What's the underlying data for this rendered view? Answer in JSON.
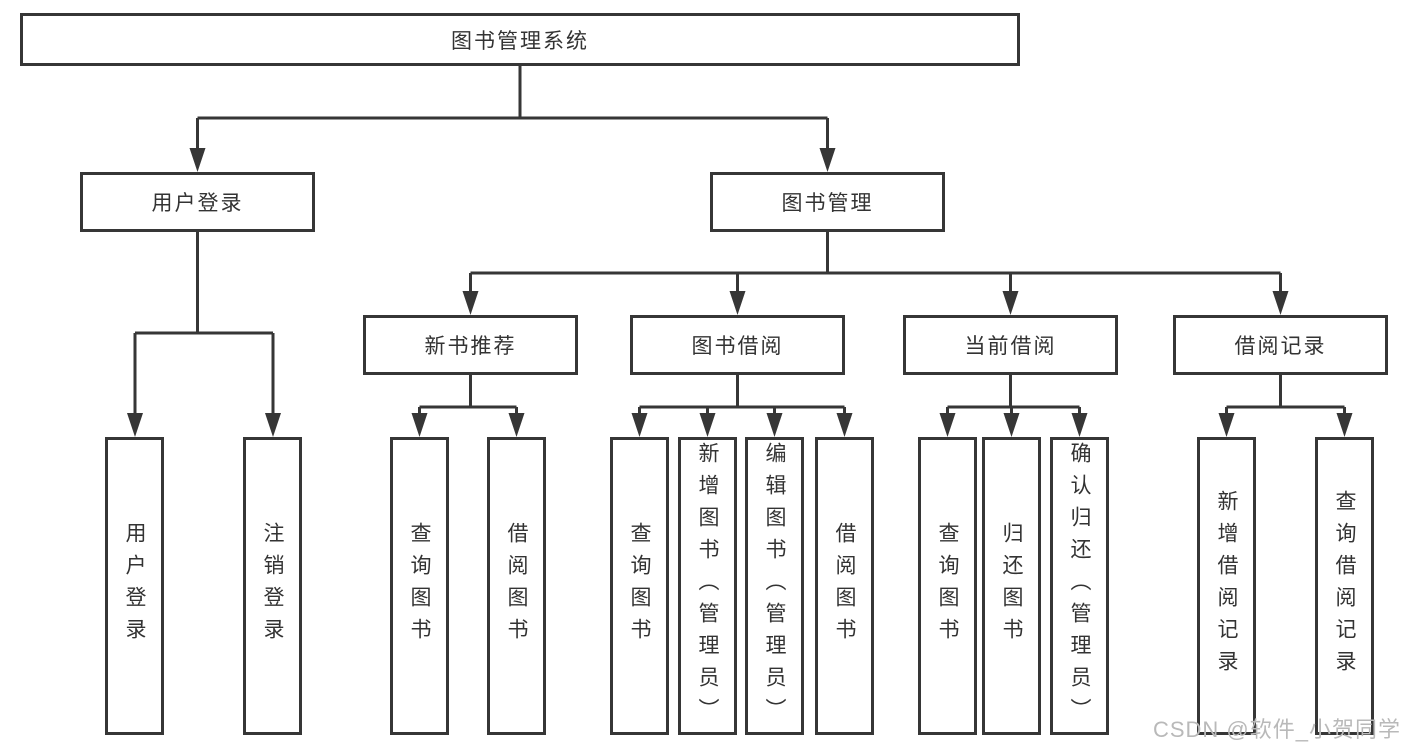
{
  "diagram": {
    "title": "图书管理系统",
    "colors": {
      "line": "#363636",
      "text": "#333333",
      "background": "#ffffff",
      "watermark": "#b9b9b9"
    },
    "tree": {
      "root": {
        "label": "图书管理系统"
      },
      "branches": [
        {
          "label": "用户登录",
          "children": [
            {
              "label": "用户登录"
            },
            {
              "label": "注销登录"
            }
          ]
        },
        {
          "label": "图书管理",
          "children": [
            {
              "label": "新书推荐",
              "children": [
                {
                  "label": "查询图书"
                },
                {
                  "label": "借阅图书"
                }
              ]
            },
            {
              "label": "图书借阅",
              "children": [
                {
                  "label": "查询图书"
                },
                {
                  "label": "新增图书（管理员）"
                },
                {
                  "label": "编辑图书（管理员）"
                },
                {
                  "label": "借阅图书"
                }
              ]
            },
            {
              "label": "当前借阅",
              "children": [
                {
                  "label": "查询图书"
                },
                {
                  "label": "归还图书"
                },
                {
                  "label": "确认归还（管理员）"
                }
              ]
            },
            {
              "label": "借阅记录",
              "children": [
                {
                  "label": "新增借阅记录"
                },
                {
                  "label": "查询借阅记录"
                }
              ]
            }
          ]
        }
      ]
    }
  },
  "watermark": {
    "text": "CSDN @软件_小贺同学"
  }
}
